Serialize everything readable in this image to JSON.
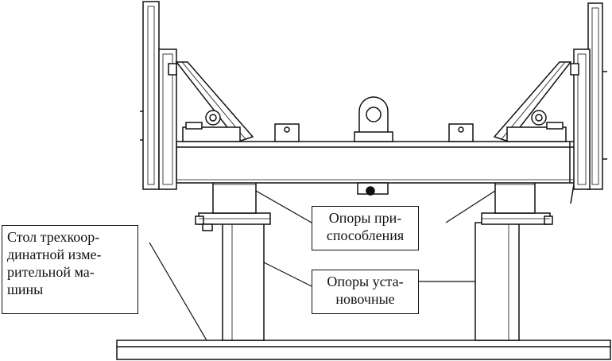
{
  "labels": {
    "machine_table": {
      "lines": [
        "Стол трехкоор-",
        "динатной изме-",
        "рительной ма-",
        "шины"
      ]
    },
    "fixture_supports": {
      "lines": [
        "Опоры при-",
        "способления"
      ]
    },
    "installation_supports": {
      "lines": [
        "Опоры уста-",
        "новочные"
      ]
    }
  },
  "colors": {
    "line": "#111111",
    "background": "#ffffff"
  }
}
